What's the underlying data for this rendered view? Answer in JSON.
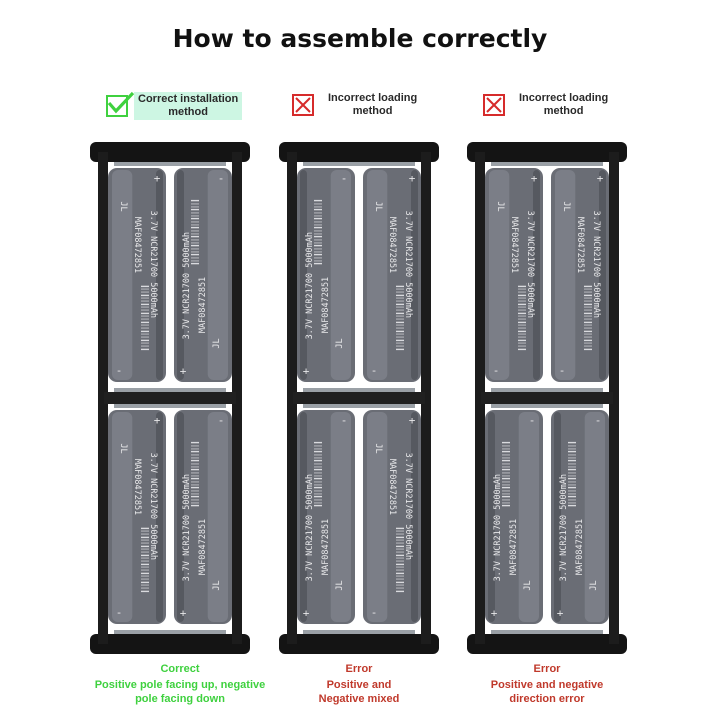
{
  "title": "How to assemble correctly",
  "columns": [
    {
      "heading": "Correct installation method",
      "heading_lines": [
        "Correct installation",
        "method"
      ],
      "mark": "check-icon",
      "status": "Correct",
      "caption_lines": [
        "Positive pole facing up, negative",
        "pole facing down"
      ],
      "caption_color": "#3fd13f"
    },
    {
      "heading": "Incorrect loading method",
      "heading_lines": [
        "Incorrect loading",
        "method"
      ],
      "mark": "cross-icon",
      "status": "Error",
      "caption_lines": [
        "Positive and",
        "Negative mixed"
      ],
      "caption_color": "#c0392b"
    },
    {
      "heading": "Incorrect loading method",
      "heading_lines": [
        "Incorrect loading",
        "method"
      ],
      "mark": "cross-icon",
      "status": "Error",
      "caption_lines": [
        "Positive and negative",
        "direction error"
      ],
      "caption_color": "#c0392b"
    }
  ],
  "battery": {
    "voltage": "3.7V",
    "model": "NCR21700",
    "capacity": "5000mAh",
    "serial": "MAF08472851",
    "brand": "JL",
    "plus": "+",
    "minus": "-"
  },
  "colors": {
    "correct": "#3fd13f",
    "error": "#d62b2b",
    "cell": "#6a6d75",
    "holder": "#141414"
  }
}
